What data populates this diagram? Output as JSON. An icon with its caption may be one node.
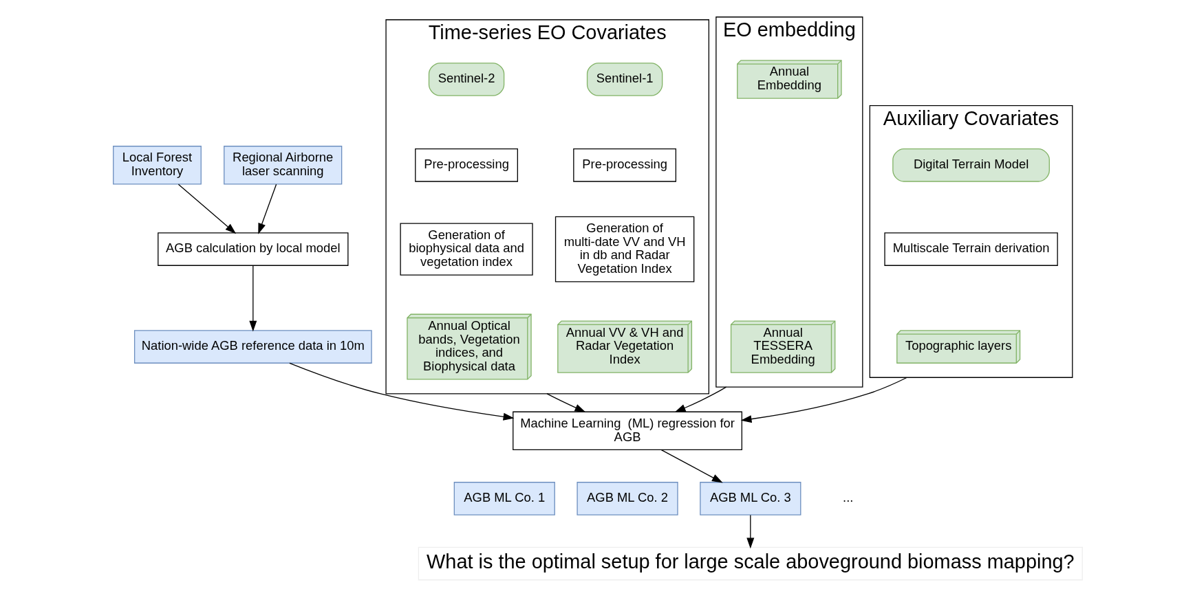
{
  "diagram": {
    "nodes": [
      {
        "text": [
          "Local Forest Inventory"
        ]
      },
      {
        "text": [
          "Regional Airborne laser scanning"
        ]
      },
      {
        "text": [
          "AGB calculation by local model"
        ]
      },
      {
        "text": [
          "Nation-wide AGB reference data in 10m"
        ]
      },
      {
        "text": [
          "Time-series EO Covariates"
        ]
      },
      {
        "text": [
          "Sentinel-1"
        ],
        "in": 4
      },
      {
        "text": [
          "Sentinel-2"
        ],
        "in": 4
      },
      {
        "text": [
          "Pre-processing"
        ],
        "in": 4
      },
      {
        "text": [
          "Pre-processing"
        ],
        "in": 4
      },
      {
        "text": [
          "Generation of multi-date VV and VH in db and Radar Vegetation Index"
        ],
        "in": 4
      },
      {
        "text": [
          "Generation of biophysical data and vegetation index"
        ],
        "in": 4
      },
      {
        "text": [
          "Annual VV & VH and Radar Vegetation Index"
        ],
        "in": 4
      },
      {
        "text": [
          "Annual Optical bands, Vegetation indices, and Biophysical data"
        ],
        "in": 4
      },
      {
        "text": [
          "EO embedding"
        ]
      },
      {
        "text": [
          "Annual Embedding"
        ],
        "in": 13
      },
      {
        "text": [
          "Annual TESSERA Embedding"
        ],
        "in": 13
      },
      {
        "text": [
          "Auxiliary Covariates"
        ]
      },
      {
        "text": [
          "Digital Terrain Model"
        ],
        "in": 16
      },
      {
        "text": [
          "Multiscale Terrain derivation"
        ],
        "in": 16
      },
      {
        "text": [
          "Topographic layers"
        ],
        "in": 16
      },
      {
        "text": [
          "Machine Learning  (ML) regression for AGB"
        ]
      },
      {
        "text": [
          "AGB ML Co. 1"
        ]
      },
      {
        "text": [
          "AGB ML Co. 2"
        ]
      },
      {
        "text": [
          "AGB ML Co. 3"
        ]
      },
      {
        "text": [
          "What is the optimal setup for large scale aboveground biomass mapping?"
        ]
      }
    ],
    "edges": [
      {
        "from": 0,
        "to": 2,
        "arrow": "to"
      },
      {
        "from": 1,
        "to": 2,
        "arrow": "to"
      },
      {
        "from": 2,
        "to": 3,
        "arrow": "to"
      },
      {
        "from": 3,
        "to": 20,
        "arrow": "to"
      },
      {
        "from": 4,
        "to": 20,
        "arrow": "to"
      },
      {
        "from": 13,
        "to": 20,
        "arrow": "to"
      },
      {
        "from": 16,
        "to": 20,
        "arrow": "to"
      },
      {
        "from": 20,
        "to": 23,
        "arrow": "to"
      },
      {
        "from": 23,
        "to": 24,
        "arrow": "to"
      }
    ],
    "labels": [
      "..."
    ]
  }
}
